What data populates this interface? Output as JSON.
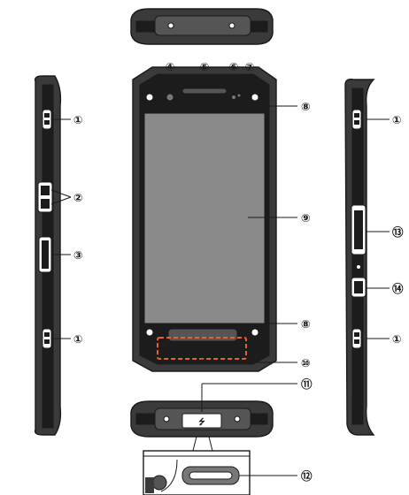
{
  "callouts": {
    "c1": "①",
    "c2": "②",
    "c3": "③",
    "c4": "④",
    "c5": "⑤",
    "c6": "⑥",
    "c7": "⑦",
    "c8": "⑧",
    "c9": "⑨",
    "c10": "⑩",
    "c11": "⑪",
    "c12": "⑫",
    "c13": "⑬",
    "c14": "⑭"
  },
  "usb_symbol": "⭍",
  "colors": {
    "body": "#3a3a3a",
    "body_dark": "#1c1c1c",
    "screen": "#8a8a8a",
    "bumper": "#4a4a4a",
    "highlight_dash": "#e8602c",
    "line": "#1a1a1a"
  }
}
